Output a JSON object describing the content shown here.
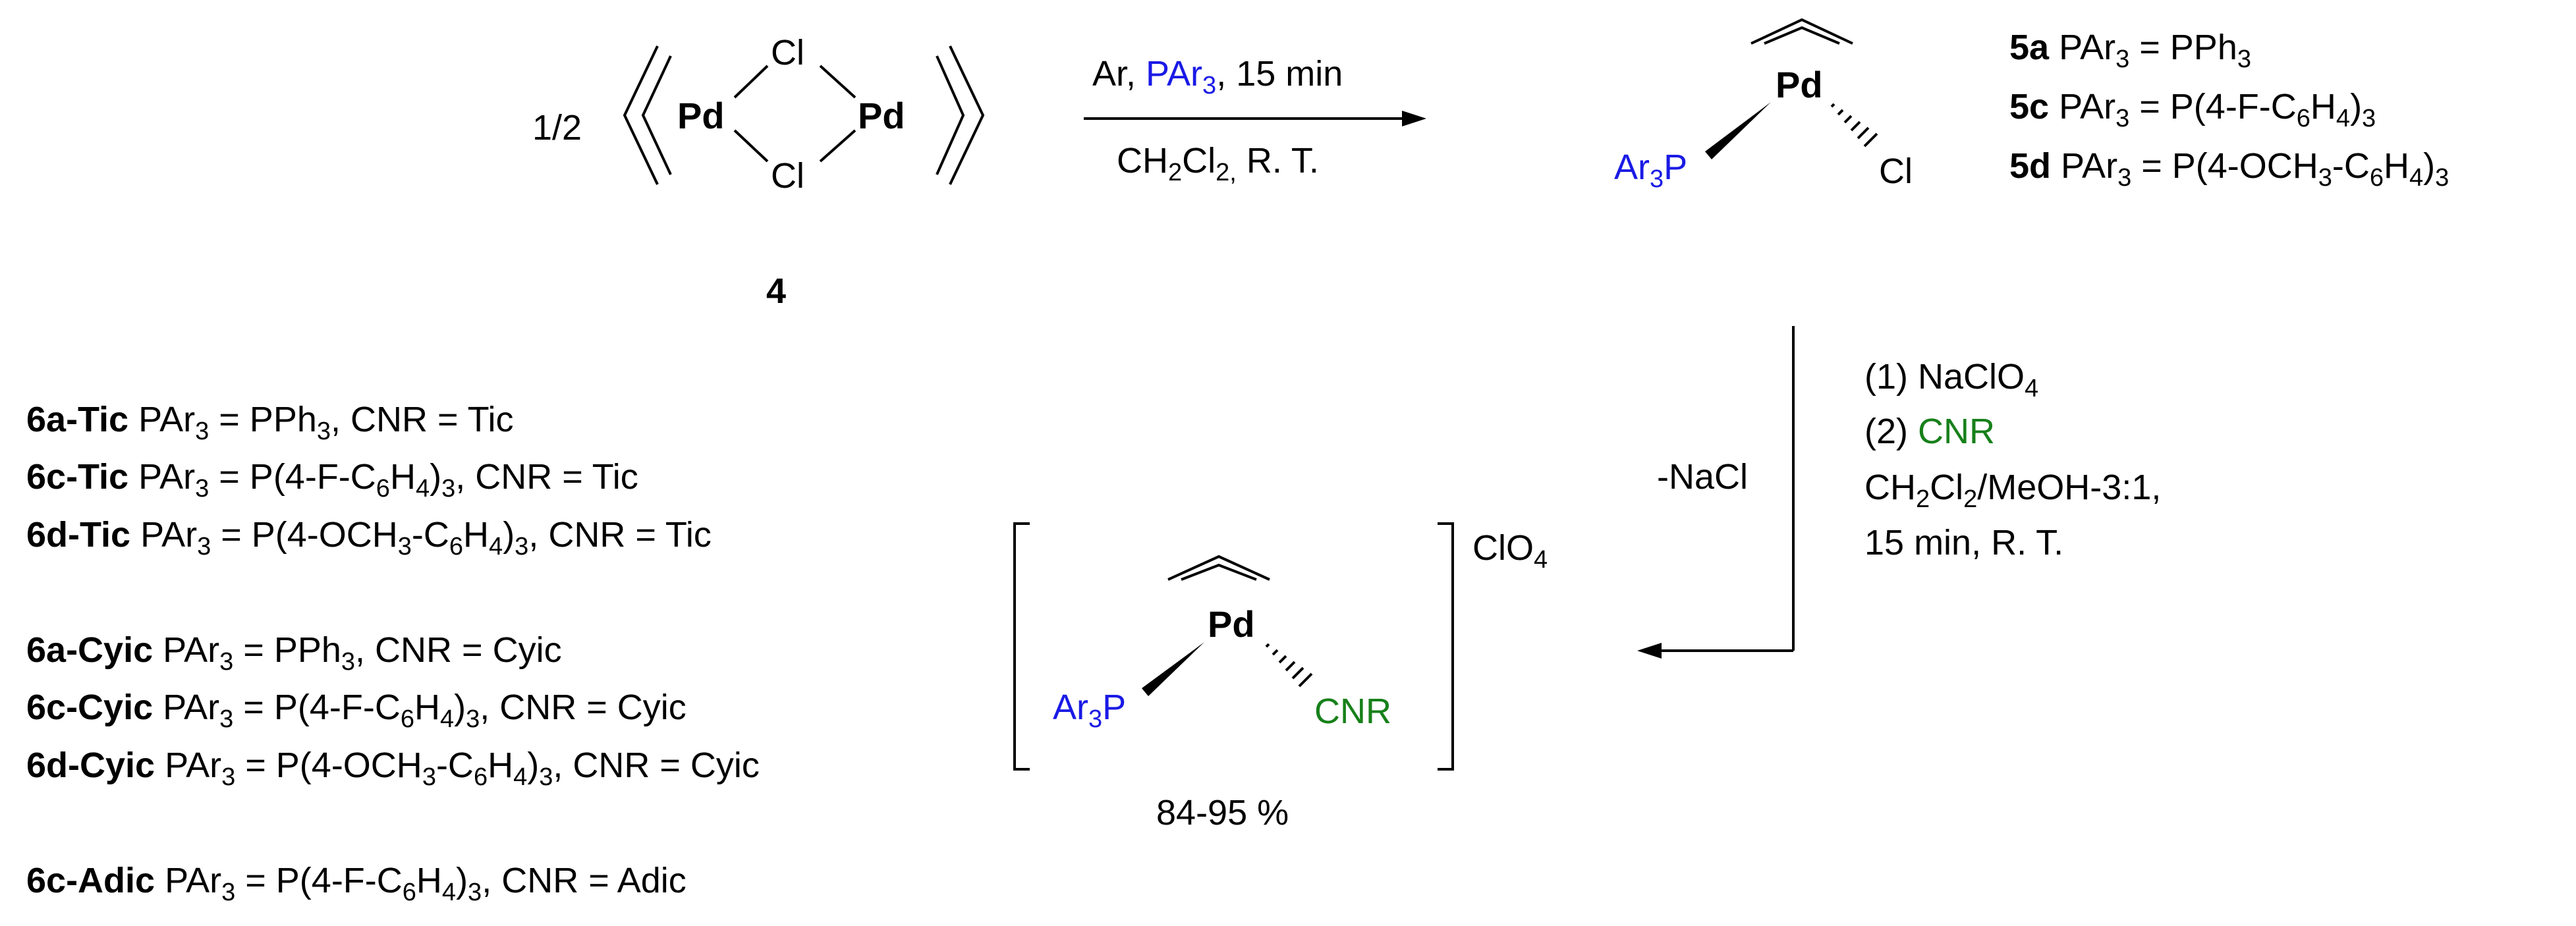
{
  "colors": {
    "ligand_phosphine": "#1a1ae6",
    "isocyanide": "#17801a",
    "text": "#000000"
  },
  "start": {
    "prefix": "1/2",
    "metal": "Pd",
    "bridge": "Cl",
    "label": "4"
  },
  "step1": {
    "cond_top_a": "Ar, ",
    "cond_top_b": "PAr",
    "cond_top_b_sub": "3",
    "cond_top_c": ", 15 min",
    "cond_bottom_a": "CH",
    "cond_bottom_sub1": "2",
    "cond_bottom_b": "Cl",
    "cond_bottom_sub2": "2,",
    "cond_bottom_c": " R. T."
  },
  "complex5": {
    "metal": "Pd",
    "phosphine": "Ar",
    "phosphine_sub": "3",
    "phosphine_end": "P",
    "halide": "Cl",
    "list": [
      {
        "id": "5a",
        "lhs": "PAr",
        "lhs_sub": "3",
        "rhs": " = PPh",
        "rhs_sub": "3",
        "rhs_end": ""
      },
      {
        "id": "5c",
        "lhs": "PAr",
        "lhs_sub": "3",
        "rhs": " = P(4-F-C",
        "rhs_sub": "6",
        "rhs_end": "H",
        "rhs_sub2": "4",
        "rhs_end2": ")",
        "rhs_sub3": "3"
      },
      {
        "id": "5d",
        "lhs": "PAr",
        "lhs_sub": "3",
        "rhs": " = P(4-OCH",
        "rhs_sub": "3",
        "rhs_end": "-C",
        "rhs_sub2": "6",
        "rhs_end2": "H",
        "rhs_sub3": "4",
        "rhs_end3": ")",
        "rhs_sub4": "3"
      }
    ]
  },
  "step2": {
    "side": "-NaCl",
    "line1_a": "(1) NaClO",
    "line1_sub": "4",
    "line2_a": "(2) ",
    "line2_b": "CNR",
    "line3_a": "CH",
    "line3_sub1": "2",
    "line3_b": "Cl",
    "line3_sub2": "2",
    "line3_c": "/MeOH-3:1,",
    "line4": "15 min, R. T."
  },
  "complex6": {
    "metal": "Pd",
    "phosphine": "Ar",
    "phosphine_sub": "3",
    "phosphine_end": "P",
    "isocyanide": "CNR",
    "counterion": "ClO",
    "counterion_sub": "4",
    "yield": "84-95 %"
  },
  "products": [
    {
      "id": "6a-Tic",
      "formula": [
        [
          "PAr",
          ""
        ],
        [
          "3",
          "sub"
        ],
        [
          " = PPh",
          ""
        ],
        [
          "3",
          "sub"
        ],
        [
          ", CNR = Tic",
          ""
        ]
      ]
    },
    {
      "id": "6c-Tic",
      "formula": [
        [
          "PAr",
          ""
        ],
        [
          "3",
          "sub"
        ],
        [
          " = P(4-F-C",
          ""
        ],
        [
          "6",
          "sub"
        ],
        [
          "H",
          ""
        ],
        [
          "4",
          "sub"
        ],
        [
          ")",
          ""
        ],
        [
          "3",
          "sub"
        ],
        [
          ", CNR = Tic",
          ""
        ]
      ]
    },
    {
      "id": "6d-Tic",
      "formula": [
        [
          "PAr",
          ""
        ],
        [
          "3",
          "sub"
        ],
        [
          " = P(4-OCH",
          ""
        ],
        [
          "3",
          "sub"
        ],
        [
          "-C",
          ""
        ],
        [
          "6",
          "sub"
        ],
        [
          "H",
          ""
        ],
        [
          "4",
          "sub"
        ],
        [
          ")",
          ""
        ],
        [
          "3",
          "sub"
        ],
        [
          ", CNR = Tic",
          ""
        ]
      ]
    },
    {
      "id": "6a-Cyic",
      "formula": [
        [
          "PAr",
          ""
        ],
        [
          "3",
          "sub"
        ],
        [
          " = PPh",
          ""
        ],
        [
          "3",
          "sub"
        ],
        [
          ", CNR = Cyic",
          ""
        ]
      ]
    },
    {
      "id": "6c-Cyic",
      "formula": [
        [
          "PAr",
          ""
        ],
        [
          "3",
          "sub"
        ],
        [
          " = P(4-F-C",
          ""
        ],
        [
          "6",
          "sub"
        ],
        [
          "H",
          ""
        ],
        [
          "4",
          "sub"
        ],
        [
          ")",
          ""
        ],
        [
          "3",
          "sub"
        ],
        [
          ", CNR = Cyic",
          ""
        ]
      ]
    },
    {
      "id": "6d-Cyic",
      "formula": [
        [
          "PAr",
          ""
        ],
        [
          "3",
          "sub"
        ],
        [
          " = P(4-OCH",
          ""
        ],
        [
          "3",
          "sub"
        ],
        [
          "-C",
          ""
        ],
        [
          "6",
          "sub"
        ],
        [
          "H",
          ""
        ],
        [
          "4",
          "sub"
        ],
        [
          ")",
          ""
        ],
        [
          "3",
          "sub"
        ],
        [
          ", CNR = Cyic",
          ""
        ]
      ]
    },
    {
      "id": "6c-Adic",
      "formula": [
        [
          "PAr",
          ""
        ],
        [
          "3",
          "sub"
        ],
        [
          " = P(4-F-C",
          ""
        ],
        [
          "6",
          "sub"
        ],
        [
          "H",
          ""
        ],
        [
          "4",
          "sub"
        ],
        [
          ")",
          ""
        ],
        [
          "3",
          "sub"
        ],
        [
          ", CNR = Adic",
          ""
        ]
      ]
    }
  ]
}
